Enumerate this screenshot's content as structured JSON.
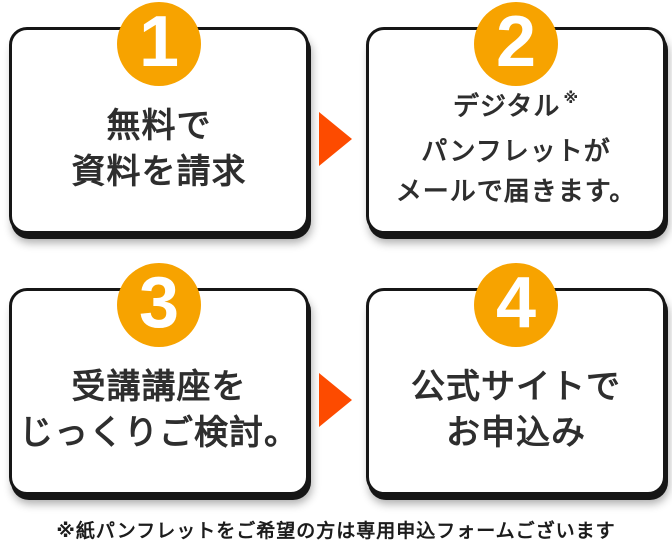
{
  "steps": [
    {
      "number": "1",
      "lines": [
        "無料で",
        "資料を請求"
      ]
    },
    {
      "number": "2",
      "lines": [
        "デジタル",
        "パンフレットが",
        "メールで届きます。"
      ],
      "note_mark": "※"
    },
    {
      "number": "3",
      "lines": [
        "受講講座を",
        "じっくりご検討。"
      ]
    },
    {
      "number": "4",
      "lines": [
        "公式サイトで",
        "お申込み"
      ]
    }
  ],
  "footnote": "※紙パンフレットをご希望の方は専用申込フォームございます",
  "colors": {
    "badge": "#F7A300",
    "arrow": "#FD4B00",
    "card_border": "#161616",
    "text": "#2E2E2E",
    "background": "#FFFFFF"
  }
}
